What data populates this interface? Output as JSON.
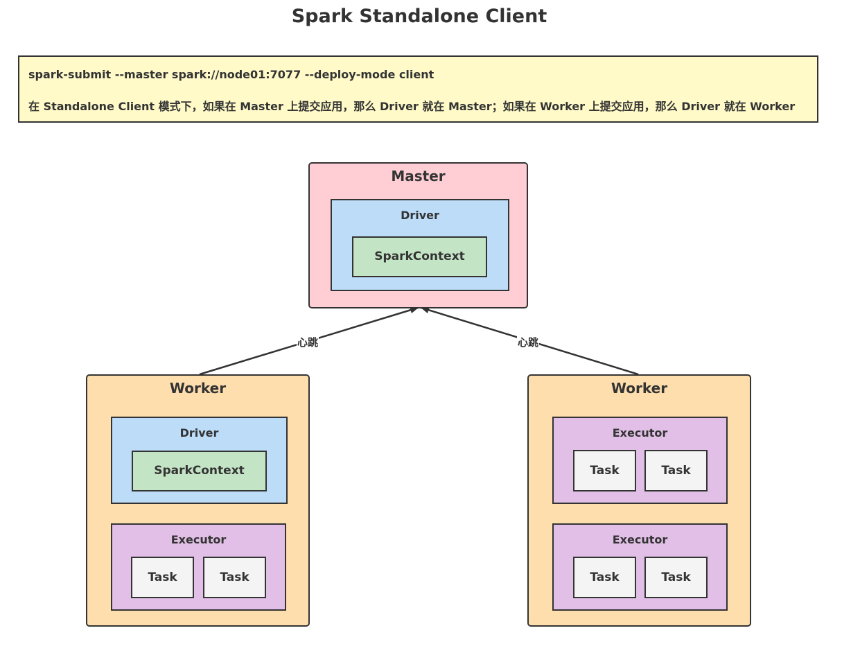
{
  "title": "Spark Standalone Client",
  "note": {
    "command": "spark-submit --master spark://node01:7077 --deploy-mode client",
    "description": "在 Standalone Client 模式下，如果在 Master 上提交应用，那么 Driver 就在 Master；如果在 Worker 上提交应用，那么 Driver 就在 Worker"
  },
  "master": {
    "label": "Master",
    "driver": {
      "label": "Driver",
      "context": "SparkContext"
    }
  },
  "worker_left": {
    "label": "Worker",
    "driver": {
      "label": "Driver",
      "context": "SparkContext"
    },
    "executor": {
      "label": "Executor",
      "tasks": [
        "Task",
        "Task"
      ]
    }
  },
  "worker_right": {
    "label": "Worker",
    "executors": [
      {
        "label": "Executor",
        "tasks": [
          "Task",
          "Task"
        ]
      },
      {
        "label": "Executor",
        "tasks": [
          "Task",
          "Task"
        ]
      }
    ]
  },
  "edges": [
    {
      "from": "worker_left",
      "to": "master",
      "label": "心跳"
    },
    {
      "from": "worker_right",
      "to": "master",
      "label": "心跳"
    }
  ],
  "colors": {
    "master": "#ffcdd4",
    "worker": "#ffdeae",
    "driver": "#bcdcf8",
    "spark_context": "#c4e4c6",
    "executor": "#e1bfe6",
    "task": "#f4f4f4",
    "note": "#fffac8"
  }
}
